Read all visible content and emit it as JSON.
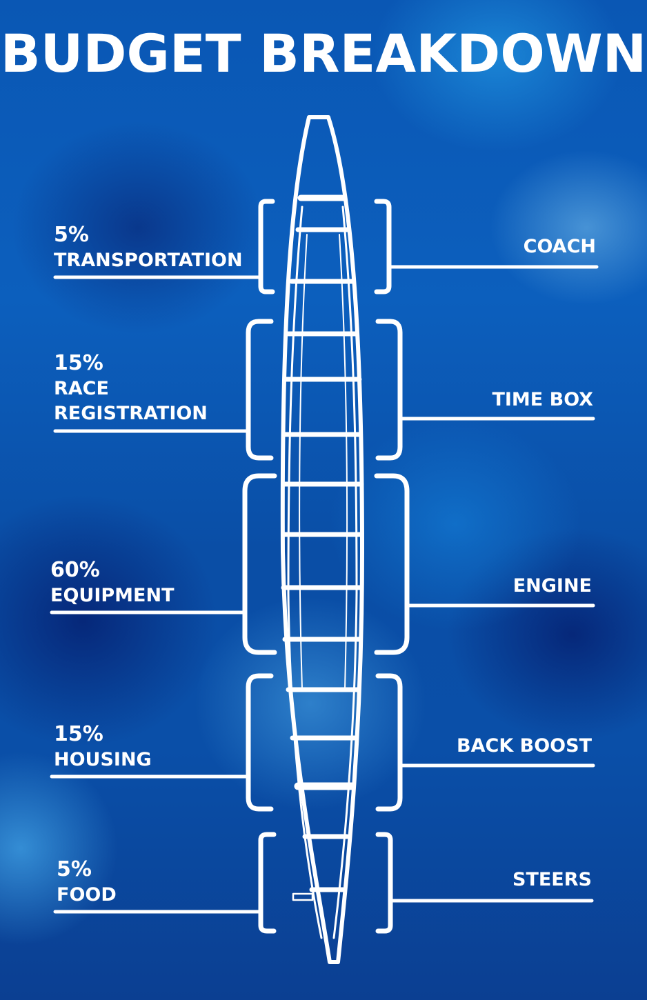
{
  "title": "BUDGET BREAKDOWN",
  "colors": {
    "background": "#0a56b3",
    "foreground": "#ffffff"
  },
  "left_items": [
    {
      "percent": "5%",
      "name": "TRANSPORTATION"
    },
    {
      "percent": "15%",
      "name_line1": "RACE",
      "name_line2": "REGISTRATION"
    },
    {
      "percent": "60%",
      "name": "EQUIPMENT"
    },
    {
      "percent": "15%",
      "name": "HOUSING"
    },
    {
      "percent": "5%",
      "name": "FOOD"
    }
  ],
  "right_items": [
    {
      "name": "COACH"
    },
    {
      "name": "TIME BOX"
    },
    {
      "name": "ENGINE"
    },
    {
      "name": "BACK BOOST"
    },
    {
      "name": "STEERS"
    }
  ],
  "illustration": "dragon-boat-top-view"
}
